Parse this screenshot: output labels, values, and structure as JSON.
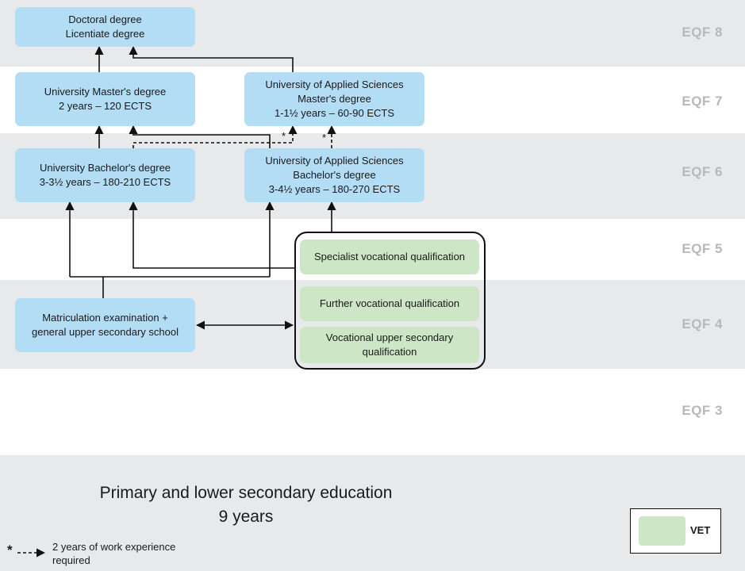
{
  "levels": [
    {
      "label": "EQF 8"
    },
    {
      "label": "EQF 7"
    },
    {
      "label": "EQF 6"
    },
    {
      "label": "EQF 5"
    },
    {
      "label": "EQF 4"
    },
    {
      "label": "EQF 3"
    }
  ],
  "boxes": {
    "doctoral": {
      "line1": "Doctoral degree",
      "line2": "Licentiate degree"
    },
    "uni_master": {
      "line1": "University Master's degree",
      "line2": "2 years – 120 ECTS"
    },
    "uas_master": {
      "line1": "University of Applied Sciences",
      "line2": "Master's degree",
      "line3": "1-1½ years – 60-90 ECTS"
    },
    "uni_bachelor": {
      "line1": "University Bachelor's degree",
      "line2": "3-3½ years – 180-210 ECTS"
    },
    "uas_bachelor": {
      "line1": "University of Applied Sciences",
      "line2": "Bachelor's degree",
      "line3": "3-4½ years – 180-270 ECTS"
    },
    "matriculation": {
      "line1": "Matriculation examination +",
      "line2": "general upper secondary school"
    },
    "specialist_vq": {
      "line1": "Specialist vocational qualification"
    },
    "further_vq": {
      "line1": "Further vocational qualification"
    },
    "vocational_usq": {
      "line1": "Vocational upper secondary",
      "line2": "qualification"
    }
  },
  "primary": {
    "line1": "Primary and lower secondary education",
    "line2": "9 years"
  },
  "legend": {
    "vet_label": "VET",
    "vet_color": "#cde6c6",
    "higher_ed_color": "#b3dcf5"
  },
  "note": {
    "star": "*",
    "text": "2 years of work experience required"
  },
  "arrow_marks": {
    "star": "*"
  }
}
